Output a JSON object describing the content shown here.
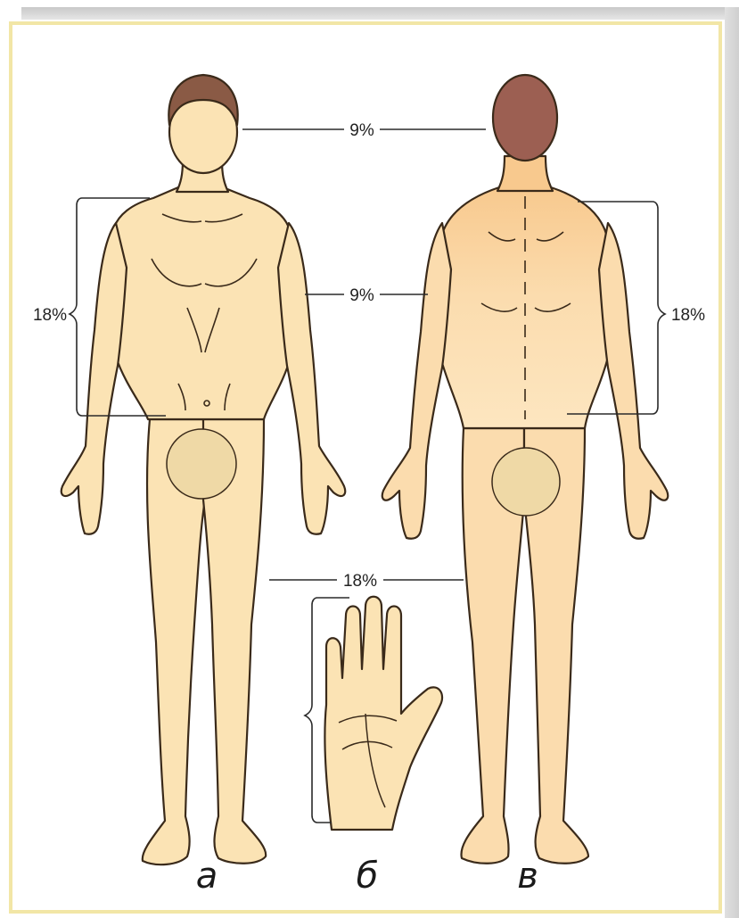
{
  "labels": {
    "head_front": "9%",
    "torso_front": "9%",
    "left_bracket": "18%",
    "right_bracket": "18%",
    "legs": "18%"
  },
  "view_letters": {
    "front": "а",
    "palm": "б",
    "back": "в"
  },
  "colors": {
    "skin": "#fbe3b4",
    "skin_back": "#f7cf9a",
    "hair_front": "#8a5a45",
    "hair_back": "#9c5f52",
    "outline": "#3a2a1a",
    "censor": "#efd9a6",
    "frame": "#f2e6a6"
  }
}
